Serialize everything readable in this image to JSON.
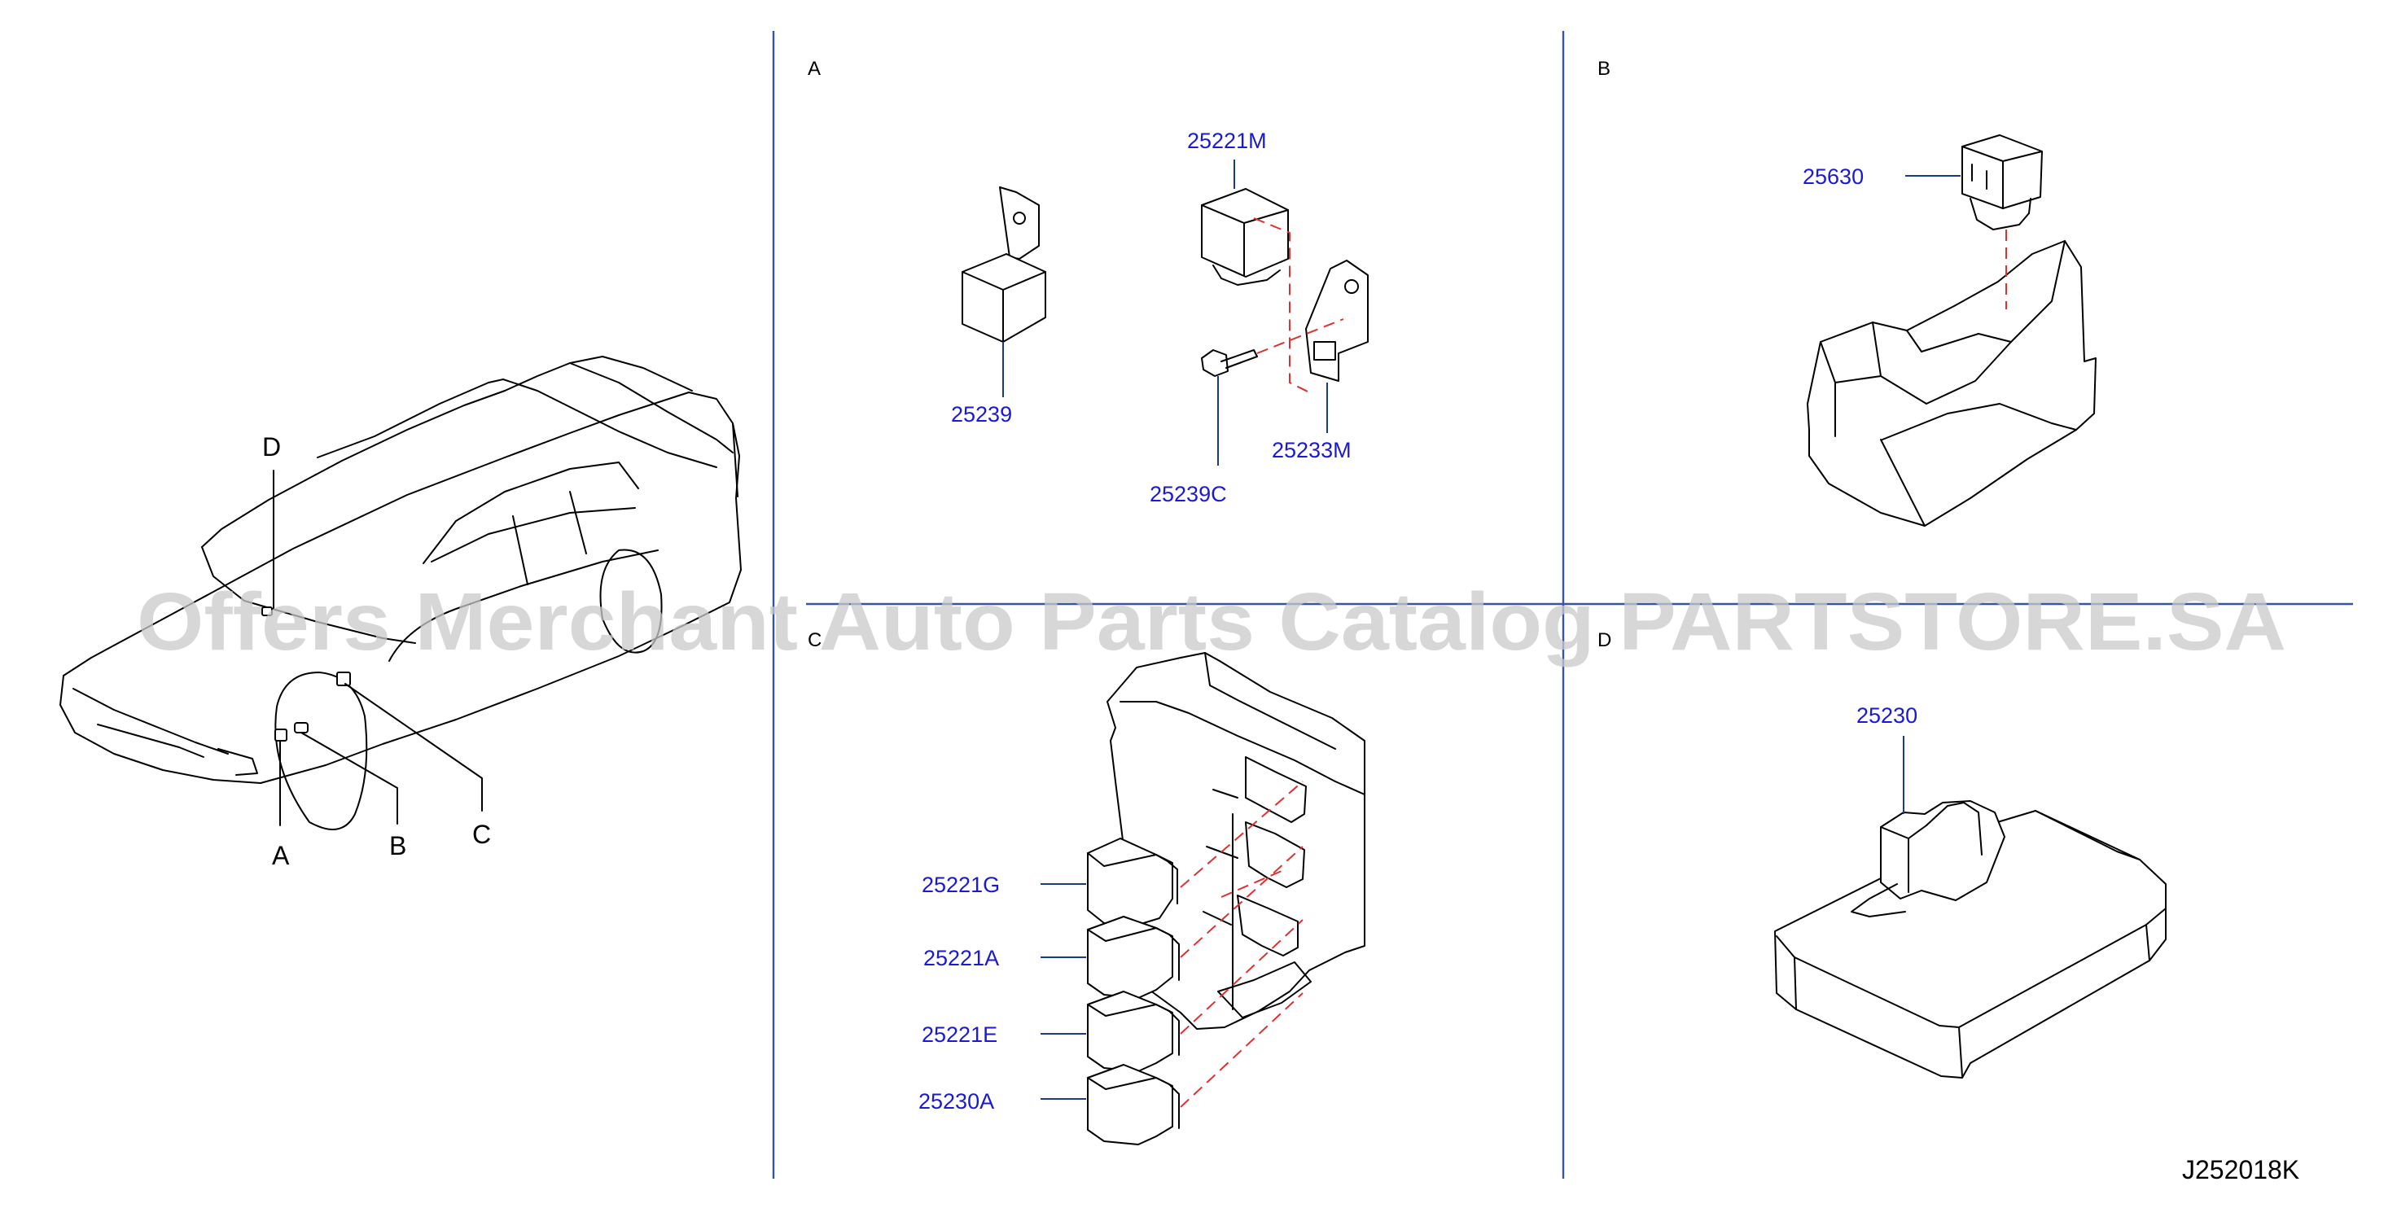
{
  "sections": {
    "A": "A",
    "B": "B",
    "C": "C",
    "D": "D"
  },
  "car_locations": {
    "A": "A",
    "B": "B",
    "C": "C",
    "D": "D"
  },
  "parts": {
    "p25239": "25239",
    "p25221M": "25221M",
    "p25233M": "25233M",
    "p25239C": "25239C",
    "p25630": "25630",
    "p25221G": "25221G",
    "p25221A": "25221A",
    "p25221E": "25221E",
    "p25230A": "25230A",
    "p25230": "25230"
  },
  "diagram_code": "J252018K",
  "watermark": "Offers Merchant Auto Parts Catalog PARTSTORE.SA",
  "colors": {
    "part_label": "#1a1ad6",
    "divider": "#3355aa",
    "dashed_guide": "#e03030",
    "watermark": "#c9c9c9"
  }
}
